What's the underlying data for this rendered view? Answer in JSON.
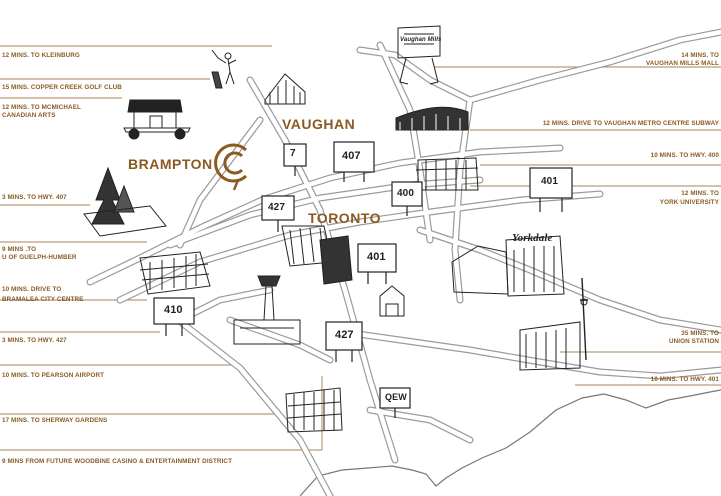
{
  "colors": {
    "accent": "#8a5a22",
    "road": "#9a9a9a",
    "ink": "#222222"
  },
  "cities": {
    "vaughan": "VAUGHAN",
    "brampton": "BRAMPTON",
    "toronto": "TORONTO"
  },
  "highways": {
    "h7": "7",
    "h407": "407",
    "h427a": "427",
    "h400": "400",
    "h401a": "401",
    "h401b": "401",
    "h410": "410",
    "h427b": "427",
    "qew": "QEW"
  },
  "labels": {
    "kleinburg": "12 MINS. TO KLEINBURG",
    "copper_creek": "15 MINS. COPPER CREEK GOLF CLUB",
    "mcmichael_1": "12 MINS. TO MCMICHAEL",
    "mcmichael_2": "CANADIAN ARTS",
    "hwy407": "3 MINS. TO HWY. 407",
    "guelph_1": "9 MINS .TO",
    "guelph_2": "U OF GUELPH-HUMBER",
    "bramalea_1": "10 MINS. DRIVE TO",
    "bramalea_2": "BRAMALEA CITY CENTRE",
    "hwy427": "3 MINS. TO HWY. 427",
    "pearson": "10 MINS. TO PEARSON AIRPORT",
    "sherway": "17 MINS. TO SHERWAY GARDENS",
    "woodbine": "9 MINS FROM FUTURE WOODBINE CASINO & ENTERTAINMENT DISTRICT",
    "vaughan_mills_1": "14 MINS. TO",
    "vaughan_mills_2": "VAUGHAN MILLS MALL",
    "vmc_subway": "12 MINS. DRIVE TO VAUGHAN METRO CENTRE SUBWAY",
    "hwy400": "10 MINS. TO HWY. 400",
    "york_1": "12 MINS. TO",
    "york_2": "YORK UNIVERSITY",
    "union_1": "35 MINS. TO",
    "union_2": "UNION STATION",
    "hwy401": "10 MINS. TO HWY. 401"
  },
  "landmarks": {
    "yorkdale": "Yorkdale",
    "vaughan_mills": "Vaughan Mills"
  },
  "icons": {
    "logo": "cc-logo-icon",
    "location_pin": "location-pin-icon"
  }
}
